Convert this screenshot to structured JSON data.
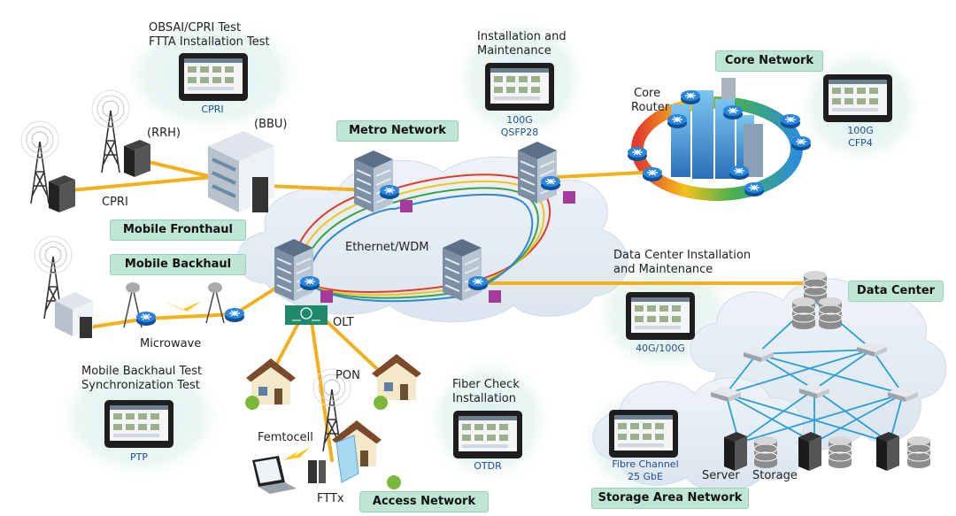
{
  "sections": {
    "mobile_fronthaul": "Mobile Fronthaul",
    "mobile_backhaul": "Mobile Backhaul",
    "metro_network": "Metro Network",
    "core_network": "Core Network",
    "data_center": "Data Center",
    "access_network": "Access Network",
    "storage_area_network": "Storage Area Network"
  },
  "tests": {
    "fronthaul": {
      "title_1": "OBSAI/CPRI Test",
      "title_2": "FTTA Installation Test",
      "caption": "CPRI"
    },
    "metro": {
      "title_1": "Installation and",
      "title_2": "Maintenance",
      "caption_1": "100G",
      "caption_2": "QSFP28"
    },
    "core": {
      "caption_1": "100G",
      "caption_2": "CFP4"
    },
    "datacenter": {
      "title_1": "Data Center Installation",
      "title_2": "and Maintenance",
      "caption": "40G/100G"
    },
    "backhaul": {
      "title_1": "Mobile Backhaul Test",
      "title_2": "Synchronization Test",
      "caption": "PTP"
    },
    "fiber": {
      "title_1": "Fiber Check",
      "title_2": "Installation",
      "caption": "OTDR"
    },
    "san": {
      "caption_1": "Fibre Channel",
      "caption_2": "25 GbE"
    }
  },
  "labels": {
    "rrh": "(RRH)",
    "bbu": "(BBU)",
    "cpri": "CPRI",
    "microwave": "Microwave",
    "ethernet_wdm": "Ethernet/WDM",
    "olt": "OLT",
    "pon": "PON",
    "femtocell": "Femtocell",
    "fttx": "FTTx",
    "core_router_1": "Core",
    "core_router_2": "Router",
    "server": "Server",
    "storage": "Storage"
  },
  "colors": {
    "pill_bg": "#bfe6d4",
    "link_yellow": "#f2b01e",
    "dc_link_blue": "#2a9fd8",
    "router_blue": "#1a73c8",
    "wdm_red": "#e23b2a",
    "wdm_yellow": "#f0c419",
    "wdm_green": "#3aa24a",
    "wdm_blue": "#2f86d6",
    "glow": "#cfe9e6"
  },
  "icons": [
    "cell-tower-icon",
    "building-icon",
    "router-icon",
    "tester-device-icon",
    "house-icon",
    "laptop-icon",
    "server-icon",
    "storage-icon",
    "switch-icon",
    "lightning-icon",
    "olt-icon"
  ]
}
